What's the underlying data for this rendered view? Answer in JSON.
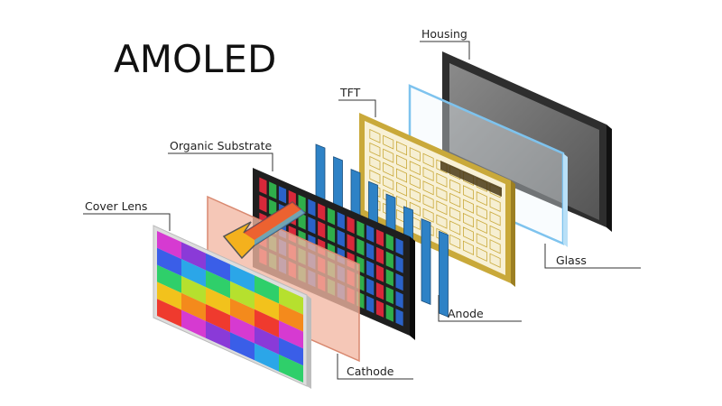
{
  "title": "AMOLED",
  "labels": {
    "housing": "Housing",
    "tft": "TFT",
    "organic_substrate": "Organic Substrate",
    "cover_lens": "Cover Lens",
    "glass": "Glass",
    "anode": "Anode",
    "cathode": "Cathode"
  },
  "colors": {
    "housing_frame": "#2e2e2e",
    "housing_screen": "#6f6f6f",
    "glass_edge": "#7ec3ee",
    "tft_frame": "#c9a93a",
    "tft_cell": "#f6efd2",
    "anode_strip": "#2e82c6",
    "substrate_frame": "#1f1f1f",
    "subpixel_red": "#d8283a",
    "subpixel_green": "#2fae4a",
    "subpixel_blue": "#2a62c8",
    "cathode_fill": "#f2b7a3",
    "cathode_edge": "#d98970"
  }
}
